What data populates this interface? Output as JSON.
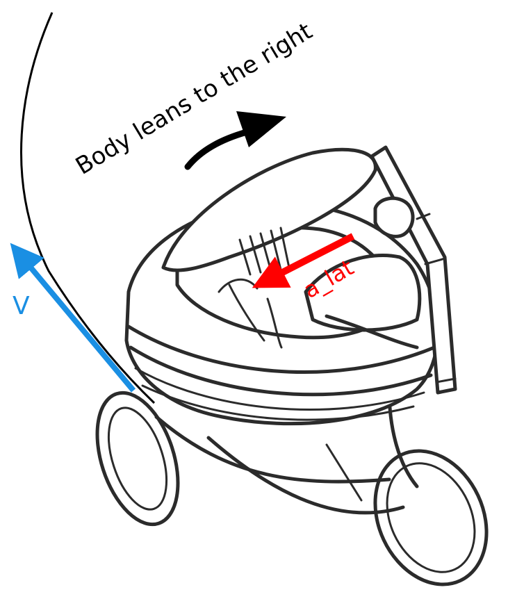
{
  "labels": {
    "lean_text": "Body leans to the right",
    "velocity": "V",
    "lateral_accel": "a_lat"
  },
  "colors": {
    "velocity_arrow": "#1a8fe3",
    "lateral_accel_arrow": "#ff0000",
    "lean_arrow": "#000000",
    "trajectory": "#000000",
    "drawing_ink": "#2b2b2b"
  }
}
